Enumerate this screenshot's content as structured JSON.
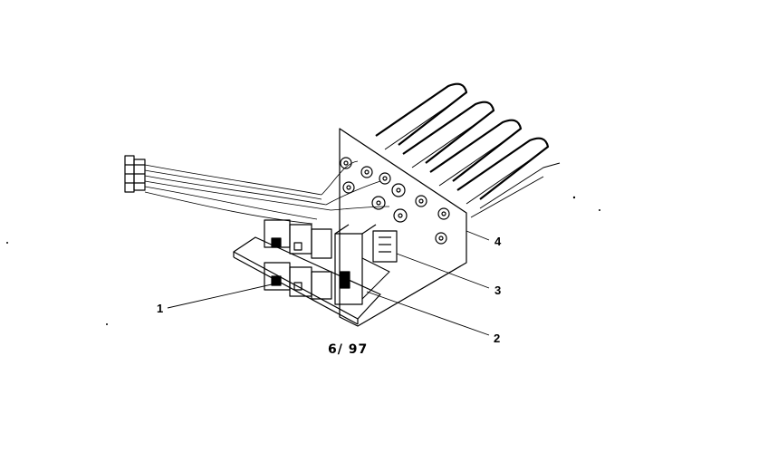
{
  "callouts": [
    {
      "id": "1"
    },
    {
      "id": "2"
    },
    {
      "id": "3"
    },
    {
      "id": "4"
    }
  ],
  "drawing_code": "6/ 97",
  "ink_color": "#000000",
  "paper_color": "#ffffff"
}
